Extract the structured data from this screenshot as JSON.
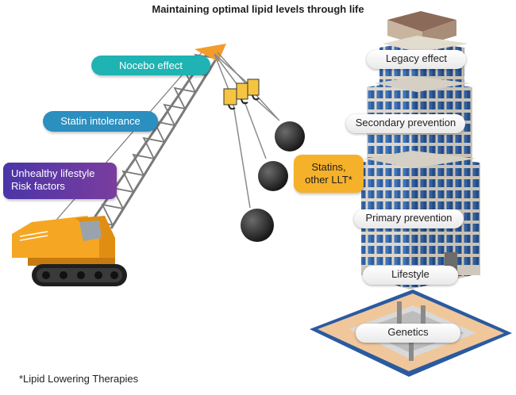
{
  "title": "Maintaining optimal lipid levels through life",
  "threats": {
    "nocebo": "Nocebo effect",
    "intolerance": "Statin intolerance",
    "lifestyle_line1": "Unhealthy lifestyle",
    "lifestyle_line2": "Risk factors"
  },
  "intervention": {
    "line1": "Statins,",
    "line2": "other LLT*"
  },
  "building_levels": [
    "Legacy effect",
    "Secondary prevention",
    "Primary prevention",
    "Lifestyle",
    "Genetics"
  ],
  "footnote": "*Lipid Lowering Therapies",
  "colors": {
    "nocebo": "#1fb3b3",
    "intolerance": "#2b8fbf",
    "lifestyle": "#6b3fa0",
    "statins": "#f6b12a",
    "crane": "#f5a623"
  }
}
